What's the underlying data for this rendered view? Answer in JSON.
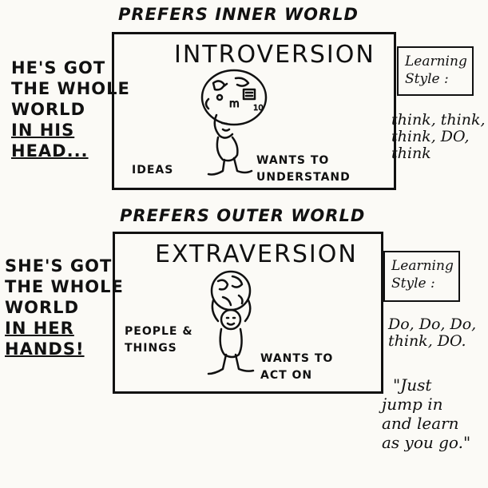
{
  "intro": {
    "heading": "PREFERS INNER WORLD",
    "title": "INTROVERSION",
    "side_lines": [
      "HE'S GOT",
      "THE WHOLE",
      "WORLD",
      "IN HIS",
      "HEAD..."
    ],
    "ideas": "IDEAS",
    "wants_lines": [
      "WANTS TO",
      "UNDERSTAND"
    ],
    "learning_lines": [
      "Learning",
      "Style :"
    ],
    "steps_lines": [
      "think, think,",
      "think, DO,",
      "think"
    ]
  },
  "extra": {
    "heading": "PREFERS OUTER WORLD",
    "title": "EXTRAVERSION",
    "side_lines": [
      "SHE'S GOT",
      "THE WHOLE",
      "WORLD",
      "IN HER",
      "HANDS!"
    ],
    "people_lines": [
      "PEOPLE &",
      "THINGS"
    ],
    "wants_lines": [
      "WANTS TO",
      "ACT ON"
    ],
    "learning_lines": [
      "Learning",
      "Style :"
    ],
    "steps_lines": [
      "Do, Do, Do,",
      "think, DO."
    ],
    "quote_lines": [
      "\"Just",
      "jump in",
      "and learn",
      "as you go.\""
    ]
  }
}
